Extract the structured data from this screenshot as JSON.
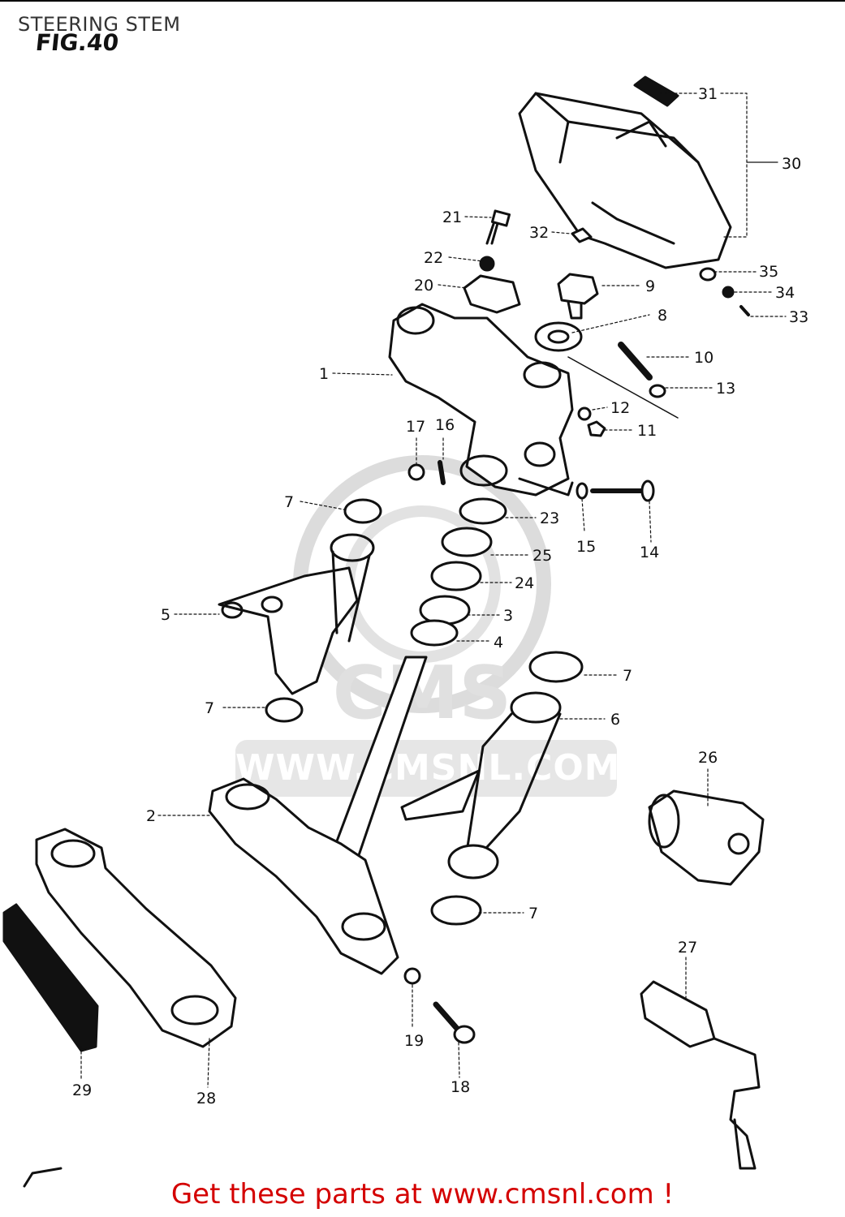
{
  "header": {
    "title": "STEERING STEM",
    "figure": "FIG.40"
  },
  "watermark": {
    "url": "WWW.CMSNL.COM"
  },
  "footer": {
    "cta": "Get these parts at www.cmsnl.com !"
  },
  "callouts": [
    "31",
    "30",
    "21",
    "32",
    "22",
    "35",
    "20",
    "9",
    "34",
    "33",
    "8",
    "1",
    "10",
    "13",
    "12",
    "17",
    "16",
    "11",
    "7",
    "23",
    "15",
    "14",
    "25",
    "24",
    "5",
    "3",
    "4",
    "7",
    "6",
    "7",
    "26",
    "2",
    "27",
    "7",
    "19",
    "18",
    "29",
    "28"
  ],
  "colors": {
    "line": "#111111",
    "cta": "#d40000",
    "watermark": "#d2d2d2"
  }
}
